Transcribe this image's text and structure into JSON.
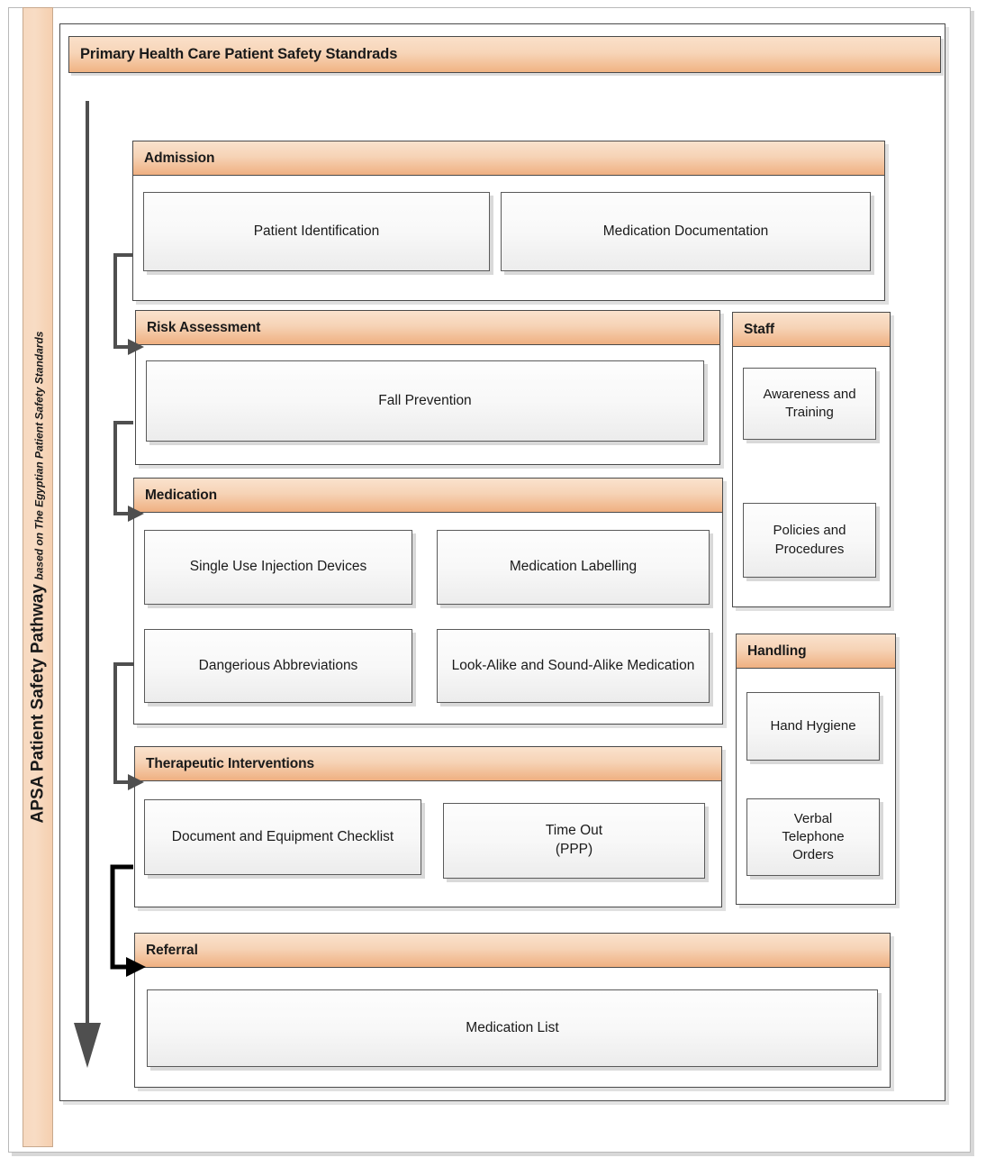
{
  "banner": {
    "main": "APSA Patient Safety Pathway",
    "sub": "based on The Egyptian Patient Safety Standards"
  },
  "title": "Primary Health Care Patient Safety Standrads",
  "colors": {
    "header_gradient_top": "#fae2cd",
    "header_gradient_bottom": "#efb081",
    "banner_fill": "#f7d9c0",
    "box_border": "#4a4a4a",
    "item_border": "#5a5a5a",
    "connector_gray": "#4f4f4f",
    "connector_black": "#000000",
    "text": "#1a1a1a"
  },
  "pathway": {
    "sections": [
      {
        "id": "admission",
        "title": "Admission",
        "items": [
          {
            "label": "Patient Identification"
          },
          {
            "label": "Medication Documentation"
          }
        ]
      },
      {
        "id": "risk-assessment",
        "title": "Risk Assessment",
        "items": [
          {
            "label": "Fall Prevention"
          }
        ]
      },
      {
        "id": "medication",
        "title": "Medication",
        "items": [
          {
            "label": "Single Use Injection Devices"
          },
          {
            "label": "Medication Labelling"
          },
          {
            "label": "Dangerious Abbreviations"
          },
          {
            "label": "Look-Alike and Sound-Alike Medication"
          }
        ]
      },
      {
        "id": "therapeutic-interventions",
        "title": "Therapeutic Interventions",
        "items": [
          {
            "label": "Document and Equipment Checklist"
          },
          {
            "label": "Time Out\n(PPP)"
          }
        ]
      },
      {
        "id": "referral",
        "title": "Referral",
        "items": [
          {
            "label": "Medication List"
          }
        ]
      }
    ],
    "side_sections": [
      {
        "id": "staff",
        "title": "Staff",
        "items": [
          {
            "label": "Awareness and Training"
          },
          {
            "label": "Policies and Procedures"
          }
        ]
      },
      {
        "id": "handling",
        "title": "Handling",
        "items": [
          {
            "label": "Hand Hygiene"
          },
          {
            "label": "Verbal Telephone Orders"
          }
        ]
      }
    ]
  }
}
